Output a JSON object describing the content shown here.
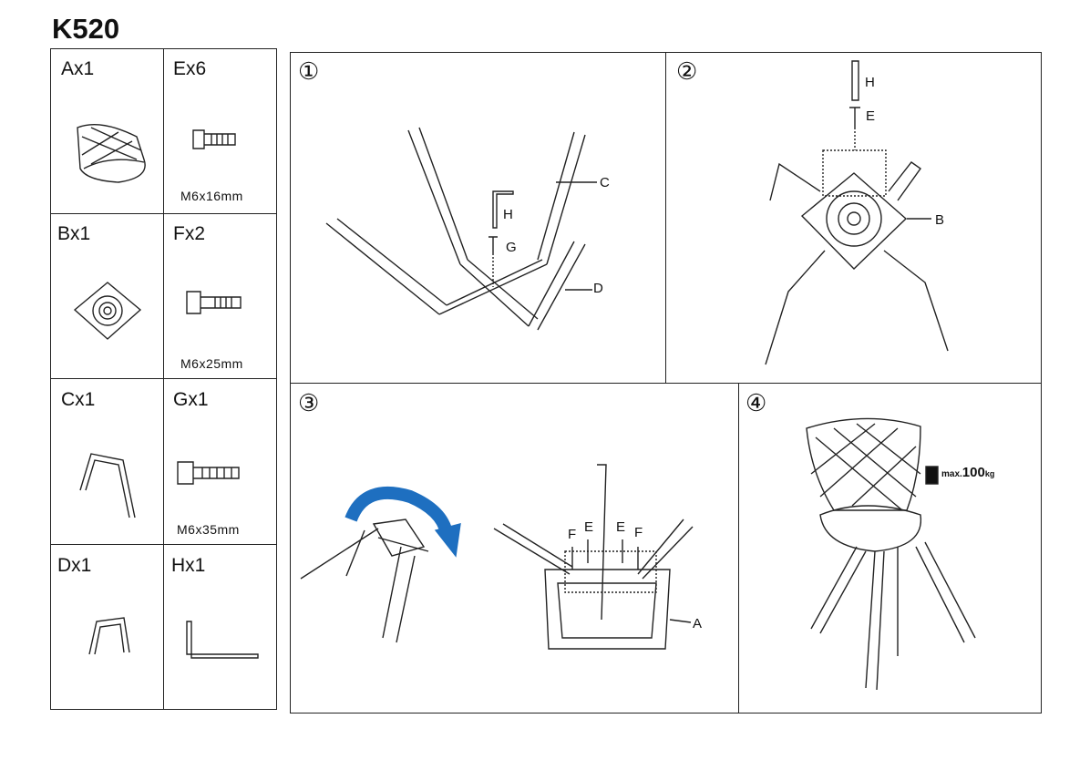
{
  "title": "K520",
  "parts": [
    {
      "label": "Ax1",
      "spec": ""
    },
    {
      "label": "Ex6",
      "spec": "M6x16mm"
    },
    {
      "label": "Bx1",
      "spec": ""
    },
    {
      "label": "Fx2",
      "spec": "M6x25mm"
    },
    {
      "label": "Cx1",
      "spec": ""
    },
    {
      "label": "Gx1",
      "spec": "M6x35mm"
    },
    {
      "label": "Dx1",
      "spec": ""
    },
    {
      "label": "Hx1",
      "spec": ""
    }
  ],
  "steps": [
    {
      "number": "①",
      "labels": [
        "C",
        "H",
        "G",
        "D"
      ]
    },
    {
      "number": "②",
      "labels": [
        "H",
        "E",
        "B"
      ]
    },
    {
      "number": "③",
      "labels": [
        "F",
        "E",
        "E",
        "F",
        "A"
      ]
    },
    {
      "number": "④",
      "max_prefix": "max.",
      "max_value": "100",
      "max_unit": "kg"
    }
  ],
  "colors": {
    "arrow": "#1e6fc0",
    "line": "#222222"
  }
}
